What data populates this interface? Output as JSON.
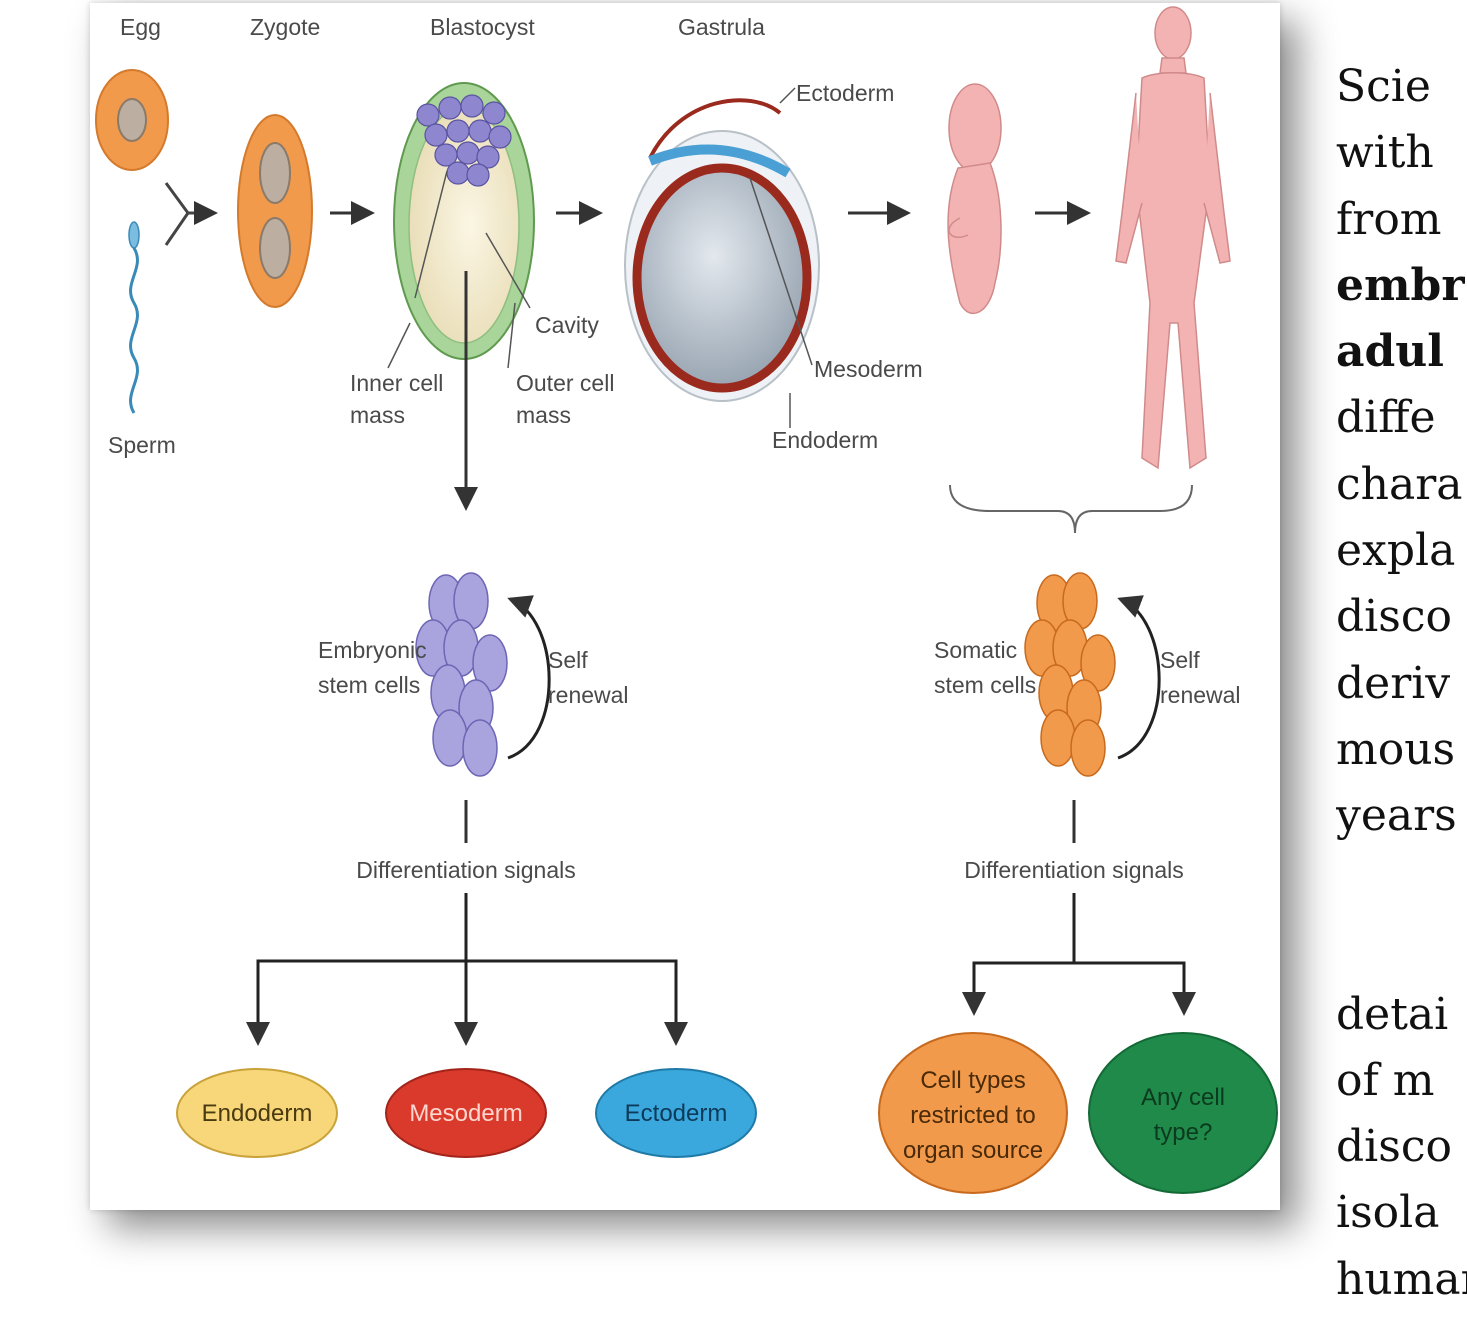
{
  "diagram": {
    "stages": {
      "egg": "Egg",
      "zygote": "Zygote",
      "blastocyst": "Blastocyst",
      "gastrula": "Gastrula",
      "sperm": "Sperm"
    },
    "blastocyst_parts": {
      "cavity": "Cavity",
      "inner_1": "Inner cell",
      "inner_2": "mass",
      "outer_1": "Outer cell",
      "outer_2": "mass"
    },
    "gastrula_layers": {
      "ectoderm": "Ectoderm",
      "mesoderm": "Mesoderm",
      "endoderm": "Endoderm"
    },
    "embryonic": {
      "label_1": "Embryonic",
      "label_2": "stem cells",
      "renewal_1": "Self",
      "renewal_2": "renewal",
      "signals": "Differentiation signals",
      "outcomes": [
        "Endoderm",
        "Mesoderm",
        "Ectoderm"
      ]
    },
    "somatic": {
      "label_1": "Somatic",
      "label_2": "stem cells",
      "renewal_1": "Self",
      "renewal_2": "renewal",
      "signals": "Differentiation signals",
      "restricted_1": "Cell types",
      "restricted_2": "restricted to",
      "restricted_3": "organ source",
      "any_1": "Any cell",
      "any_2": "type?"
    }
  },
  "side_text": {
    "l1": " Scie",
    "l2": "with",
    "l3": "from",
    "l4": "embr",
    "l5": "adul",
    "l6": "diffe",
    "l7": "chara",
    "l8": "expla",
    "l9": "disco",
    "l10": "deriv",
    "l11": "mous",
    "l12": "years",
    "l13": "detai",
    "l14": "of m",
    "l15": "disco",
    "l16": "isola",
    "l17": "human"
  },
  "colors": {
    "orange": "#f19a4c",
    "purple": "#a9a3de",
    "green_membrane": "#a9d49a",
    "endoderm_oval": "#f7d77a",
    "mesoderm_oval": "#d93a2b",
    "ectoderm_oval": "#3aa8dc",
    "any_cell_oval": "#1f8a4a",
    "body_pink": "#f4b3b3"
  }
}
